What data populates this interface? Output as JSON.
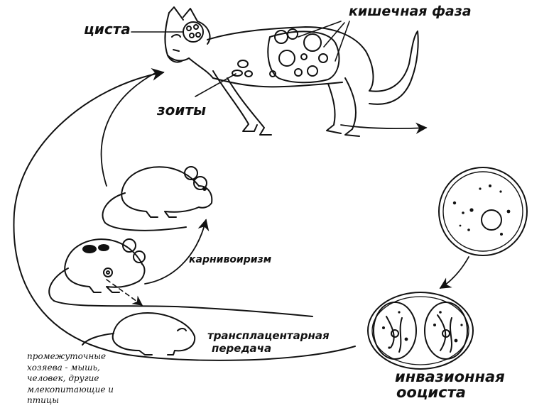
{
  "labels": {
    "cyst": "циста",
    "intestinal_phase": "кишечная фаза",
    "zoites": "зоиты",
    "carnivorism": "карнивоиризм",
    "transplacental": [
      "трансплацентарная",
      "передача"
    ],
    "invasive_oocyst": [
      "инвазионная",
      "ооциста"
    ],
    "intermediate_hosts": [
      "промежуточные",
      "хозяева - мышь,",
      "человек,  другие",
      "млекопитающие и",
      "птицы"
    ]
  },
  "icons": [
    "cat-figure",
    "mouse-figure",
    "mouse-figure",
    "mouse-pup-figure",
    "oocyst-figure",
    "sporulated-oocyst-figure"
  ],
  "colors": {
    "ink": "#111111",
    "background": "#ffffff"
  }
}
